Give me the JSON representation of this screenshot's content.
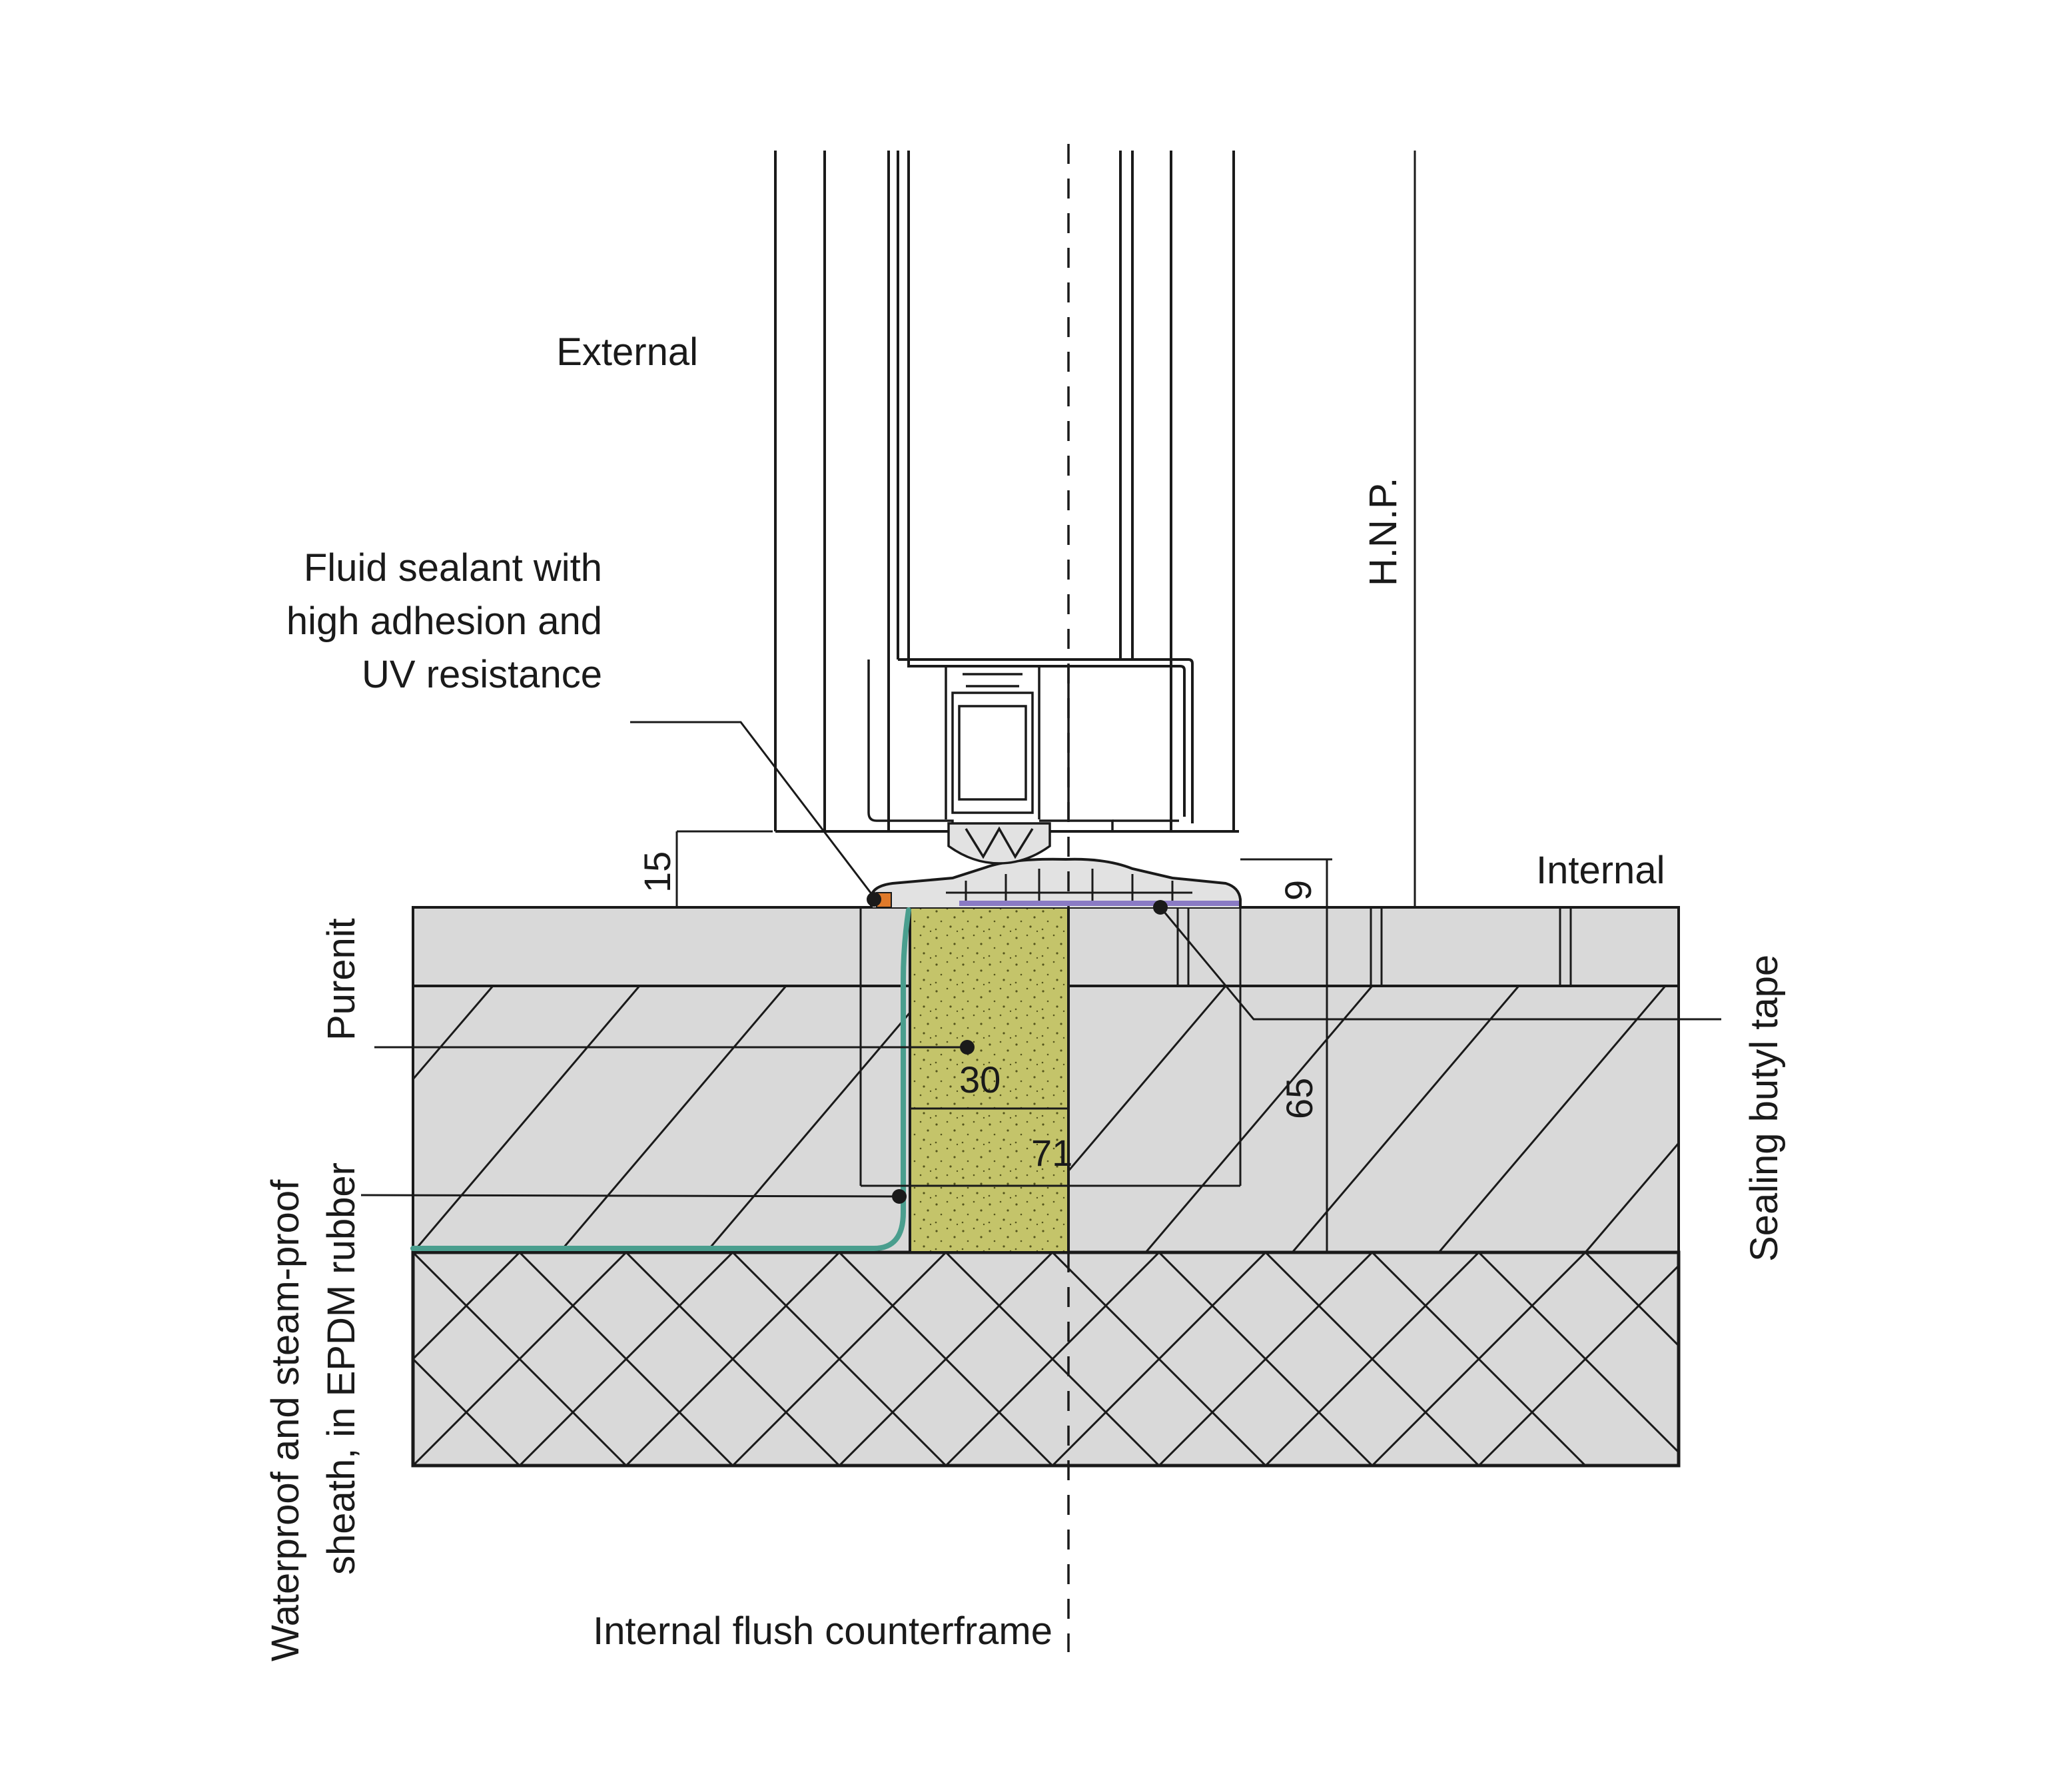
{
  "labels": {
    "external": "External",
    "internal": "Internal",
    "hnp": "H.N.P.",
    "fluid_sealant": [
      "Fluid sealant with",
      "high adhesion and",
      "UV resistance"
    ],
    "purenit": "Purenit",
    "epdm_sheath": [
      "Waterproof and steam-proof",
      "sheath, in EPDM rubber"
    ],
    "butyl_tape": "Sealing butyl tape",
    "counterframe": "Internal flush counterframe"
  },
  "dimensions": {
    "d15": "15",
    "d9": "9",
    "d65": "65",
    "d30": "30",
    "d71": "71"
  },
  "colors": {
    "concrete": "#d9d9d9",
    "purenit_fill": "#c4c46a",
    "epdm_sheath": "#4a9e8e",
    "butyl_tape": "#8a7bc4",
    "sealant": "#e07a2a",
    "line": "#1a1a1a"
  }
}
